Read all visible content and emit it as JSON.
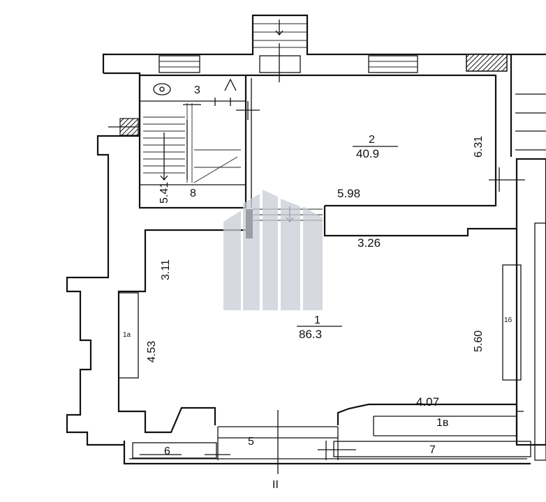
{
  "rooms": {
    "r1": {
      "number": "1",
      "area": "86.3"
    },
    "r2": {
      "number": "2",
      "area": "40.9"
    },
    "r3": {
      "number": "3"
    },
    "r5": {
      "number": "5"
    },
    "r6": {
      "number": "6"
    },
    "r7": {
      "number": "7"
    },
    "r8": {
      "number": "8"
    },
    "r1a": {
      "number": "1а"
    },
    "r1b": {
      "number": "1б"
    },
    "r1v": {
      "number": "1в"
    }
  },
  "dimensions": {
    "d598": "5.98",
    "d631": "6.31",
    "d326": "3.26",
    "d311": "3.11",
    "d453": "4.53",
    "d560": "5.60",
    "d407": "4.07",
    "d541": "5.41"
  },
  "section_mark": "II",
  "colors": {
    "line": "#111111",
    "watermark": "#c9ced6",
    "hatch": "#111111"
  }
}
